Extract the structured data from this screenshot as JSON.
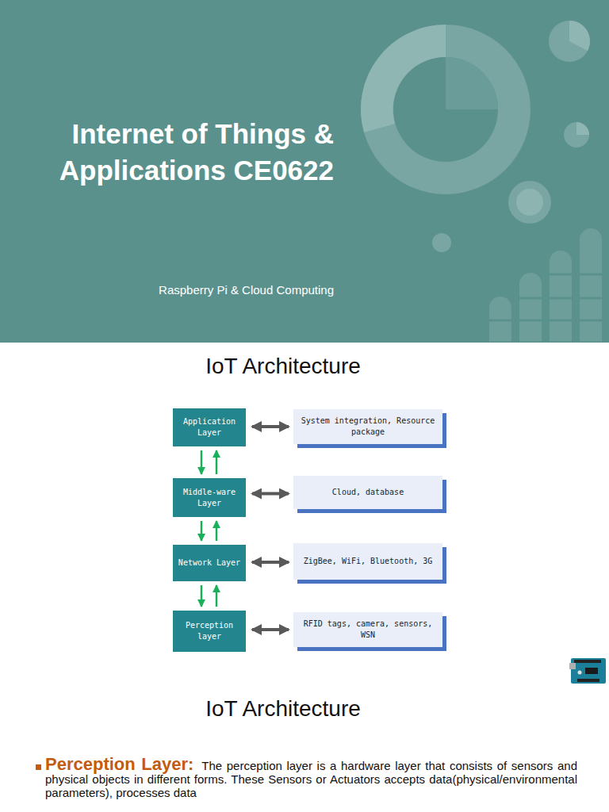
{
  "diagram": {
    "title": "Internet of Things & Applications CE0622",
    "nodes": [
      {
        "text": [
          "Application Layer"
        ]
      },
      {
        "text": [
          "System integration, Resource package"
        ]
      },
      {
        "text": [
          "Middle-ware Layer"
        ]
      },
      {
        "text": [
          "Cloud, database"
        ]
      },
      {
        "text": [
          "Network Layer"
        ]
      },
      {
        "text": [
          "ZigBee, WiFi, Bluetooth, 3G"
        ]
      },
      {
        "text": [
          "Perception layer"
        ]
      },
      {
        "text": [
          "RFID tags, camera, sensors, WSN"
        ]
      }
    ],
    "edges": [
      {
        "from": 0,
        "to": 1,
        "arrow": "both"
      },
      {
        "from": 2,
        "to": 3,
        "arrow": "both"
      },
      {
        "from": 4,
        "to": 5,
        "arrow": "both"
      },
      {
        "from": 6,
        "to": 7,
        "arrow": "both"
      },
      {
        "from": 0,
        "to": 2,
        "arrow": "to"
      },
      {
        "from": 2,
        "to": 0,
        "arrow": "to"
      },
      {
        "from": 2,
        "to": 4,
        "arrow": "to"
      },
      {
        "from": 4,
        "to": 2,
        "arrow": "to"
      },
      {
        "from": 4,
        "to": 6,
        "arrow": "to"
      },
      {
        "from": 6,
        "to": 4,
        "arrow": "to"
      }
    ],
    "labels": [
      "Raspberry Pi & Cloud Computing",
      "IoT Architecture",
      "IoT Architecture",
      "Perception Layer:",
      "The perception layer is a hardware layer that consists of sensors and physical objects in different forms. These Sensors or Actuators accepts data(physical/environmental parameters), processes data"
    ]
  }
}
